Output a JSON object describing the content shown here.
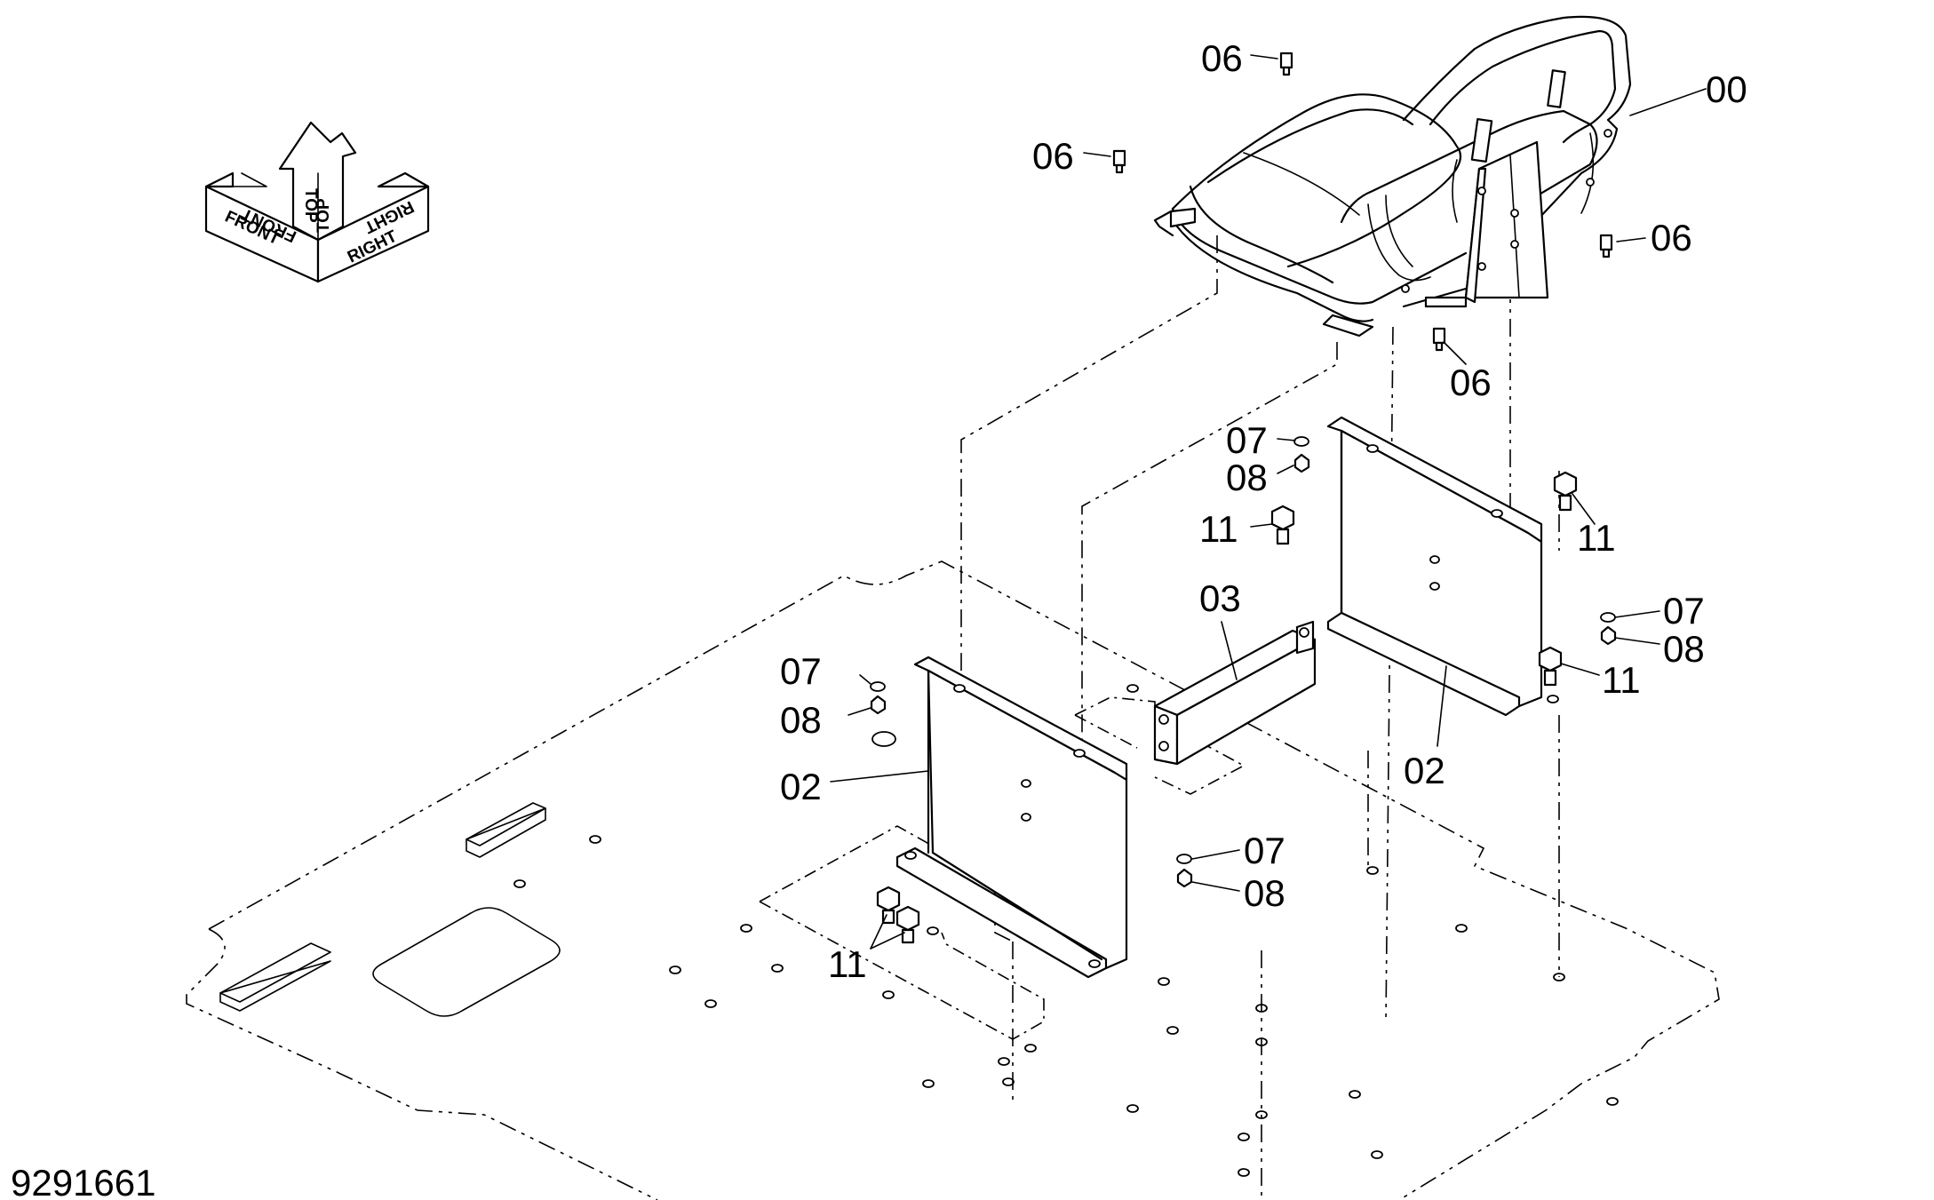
{
  "drawing_number": "9291661",
  "orientation": {
    "front": "FRONT",
    "top": "TOP",
    "right": "RIGHT"
  },
  "callouts": {
    "c00": "00",
    "c02": "02",
    "c03": "03",
    "c06": "06",
    "c07": "07",
    "c08": "08",
    "c11": "11"
  }
}
